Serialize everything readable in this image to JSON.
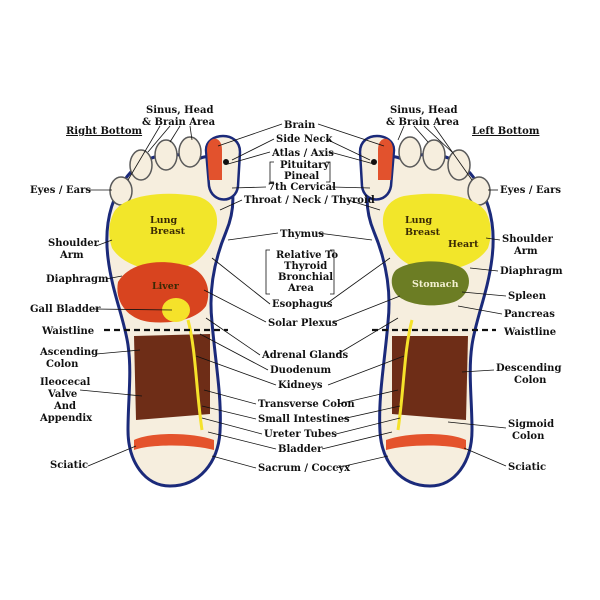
{
  "titles": {
    "right": "Right Bottom",
    "left": "Left Bottom"
  },
  "labels": {
    "sinus_right": [
      "Sinus, Head",
      "& Brain Area"
    ],
    "sinus_left": [
      "Sinus, Head",
      "& Brain Area"
    ],
    "eyes_ears_right": "Eyes / Ears",
    "eyes_ears_left": "Eyes / Ears",
    "shoulder_right": [
      "Shoulder",
      "Arm"
    ],
    "shoulder_left": [
      "Shoulder",
      "Arm"
    ],
    "diaphragm_right": "Diaphragm",
    "diaphragm_left": "Diaphragm",
    "gall_bladder": "Gall Bladder",
    "waistline_right": "Waistline",
    "waistline_left": "Waistline",
    "ascending_colon": [
      "Ascending",
      "Colon"
    ],
    "ileocecal": [
      "Ileocecal",
      "Valve",
      "And",
      "Appendix"
    ],
    "sciatic_right": "Sciatic",
    "sciatic_left": "Sciatic",
    "spleen": "Spleen",
    "pancreas": "Pancreas",
    "descending_colon": [
      "Descending",
      "Colon"
    ],
    "sigmoid_colon": [
      "Sigmoid",
      "Colon"
    ],
    "brain": "Brain",
    "side_neck": "Side Neck",
    "atlas_axis": "Atlas / Axis",
    "pituitary_pineal": [
      "Pituitary",
      "Pineal"
    ],
    "seventh_cervical": "7th Cervical",
    "throat_neck_thyroid": "Throat / Neck / Thyroid",
    "thymus": "Thymus",
    "relative_thyroid": [
      "Relative To",
      "Thyroid",
      "Bronchial",
      "Area"
    ],
    "esophagus": "Esophagus",
    "solar_plexus": "Solar Plexus",
    "adrenal_glands": "Adrenal Glands",
    "duodenum": "Duodenum",
    "kidneys": "Kidneys",
    "transverse_colon": "Transverse Colon",
    "small_intestines": "Small Intestines",
    "ureter_tubes": "Ureter Tubes",
    "bladder": "Bladder",
    "sacrum_coccyx": "Sacrum / Coccyx"
  },
  "zones": {
    "lung_breast_right": [
      "Lung",
      "Breast"
    ],
    "lung_breast_heart_left": [
      "Lung",
      "Breast",
      "Heart"
    ],
    "liver": "Liver",
    "stomach": "Stomach"
  },
  "colors": {
    "outline": "#1b2a7a",
    "skin": "#f6eede",
    "toe_lines": "#5a5a5a",
    "lung_zone": "#f2e62a",
    "liver": "#d8441f",
    "stomach": "#6c7d24",
    "intestines": "#6e2d17",
    "sciatic_band": "#e4532c",
    "gall_bladder": "#f5e22a",
    "brain_toe": "#e2522d"
  }
}
